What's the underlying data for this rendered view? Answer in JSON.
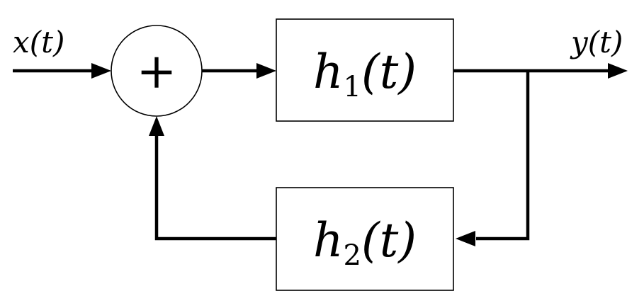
{
  "diagram": {
    "input_signal": {
      "symbol": "x",
      "arg": "(t)"
    },
    "output_signal": {
      "symbol": "y",
      "arg": "(t)"
    },
    "summing_junction": {
      "symbol": "+"
    },
    "forward_block": {
      "symbol": "h",
      "subscript": "1",
      "arg": "(t)"
    },
    "feedback_block": {
      "symbol": "h",
      "subscript": "2",
      "arg": "(t)"
    }
  }
}
